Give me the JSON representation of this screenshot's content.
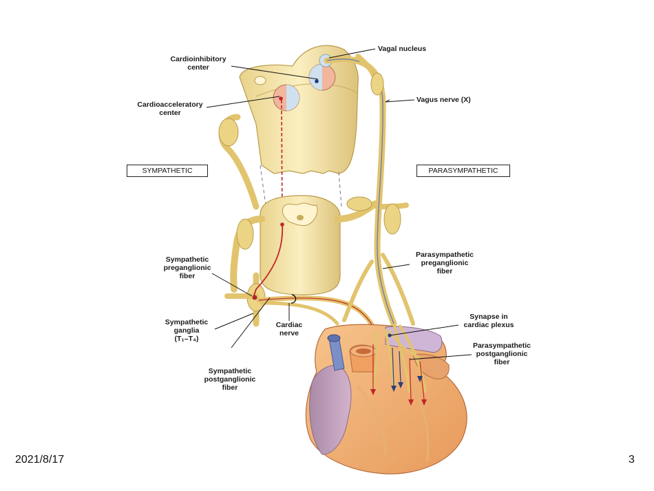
{
  "labels": {
    "cardioinhibitory_center": "Cardioinhibitory\ncenter",
    "cardioacceleratory_center": "Cardioacceleratory\ncenter",
    "vagal_nucleus": "Vagal nucleus",
    "vagus_nerve": "Vagus nerve (X)",
    "sympathetic": "SYMPATHETIC",
    "parasympathetic": "PARASYMPATHETIC",
    "sympathetic_preganglionic_fiber": "Sympathetic\npreganglionic\nfiber",
    "sympathetic_ganglia": "Sympathetic\nganglia\n(T₁–T₄)",
    "cardiac_nerve": "Cardiac\nnerve",
    "sympathetic_postganglionic_fiber": "Sympathetic\npostganglionic\nfiber",
    "parasympathetic_preganglionic_fiber": "Parasympathetic\npreganglionic\nfiber",
    "synapse_in_cardiac_plexus": "Synapse in\ncardiac plexus",
    "parasympathetic_postganglionic_fiber": "Parasympathetic\npostganglionic\nfiber"
  },
  "footer": {
    "date": "2021/8/17",
    "page_number": "3"
  }
}
